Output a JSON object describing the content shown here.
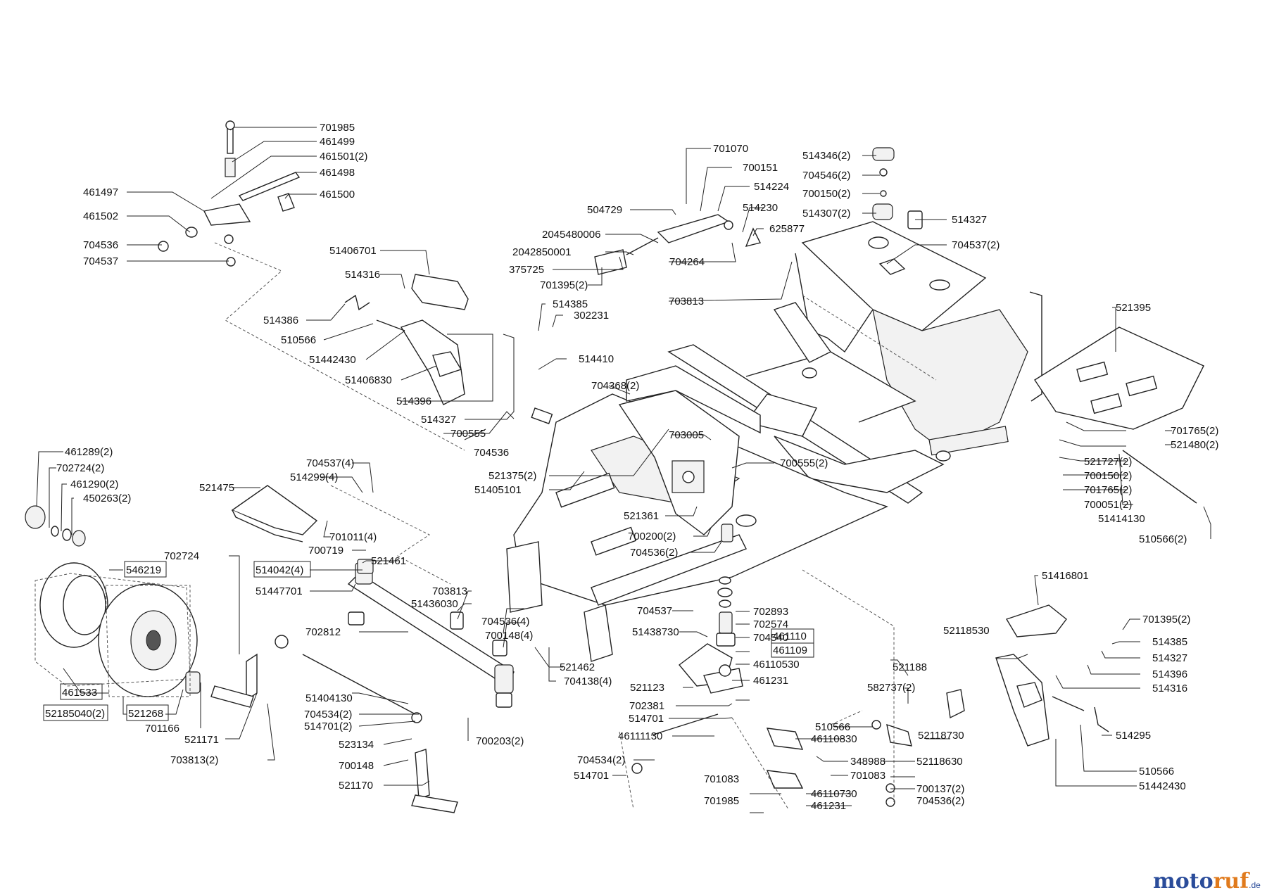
{
  "logo": {
    "part1": "moto",
    "part2": "ruf",
    "domain": ".de",
    "colors": {
      "blue": "#2a4c9a",
      "orange": "#e07a1c"
    }
  },
  "parts": [
    {
      "n": "701985"
    },
    {
      "n": "461499"
    },
    {
      "n": "461501(2)"
    },
    {
      "n": "461498"
    },
    {
      "n": "461497"
    },
    {
      "n": "461500"
    },
    {
      "n": "461502"
    },
    {
      "n": "704536"
    },
    {
      "n": "704537"
    },
    {
      "n": "51406701"
    },
    {
      "n": "514316"
    },
    {
      "n": "514386"
    },
    {
      "n": "510566"
    },
    {
      "n": "51442430"
    },
    {
      "n": "51406830"
    },
    {
      "n": "514396"
    },
    {
      "n": "514327"
    },
    {
      "n": "700555"
    },
    {
      "n": "704536"
    },
    {
      "n": "701070"
    },
    {
      "n": "700151"
    },
    {
      "n": "514224"
    },
    {
      "n": "504729"
    },
    {
      "n": "514230"
    },
    {
      "n": "2045480006"
    },
    {
      "n": "625877"
    },
    {
      "n": "2042850001"
    },
    {
      "n": "375725"
    },
    {
      "n": "704264"
    },
    {
      "n": "701395(2)"
    },
    {
      "n": "514385"
    },
    {
      "n": "302231"
    },
    {
      "n": "514410"
    },
    {
      "n": "703813"
    },
    {
      "n": "514346(2)"
    },
    {
      "n": "704546(2)"
    },
    {
      "n": "700150(2)"
    },
    {
      "n": "514307(2)"
    },
    {
      "n": "514327"
    },
    {
      "n": "704537(2)"
    },
    {
      "n": "521395"
    },
    {
      "n": "704368(2)"
    },
    {
      "n": "703005"
    },
    {
      "n": "700555(2)"
    },
    {
      "n": "521375(2)"
    },
    {
      "n": "51405101"
    },
    {
      "n": "521361"
    },
    {
      "n": "700200(2)"
    },
    {
      "n": "704536(2)"
    },
    {
      "n": "701765(2)"
    },
    {
      "n": "521480(2)"
    },
    {
      "n": "521727(2)"
    },
    {
      "n": "700150(2)"
    },
    {
      "n": "701765(2)"
    },
    {
      "n": "700051(2)"
    },
    {
      "n": "51414130"
    },
    {
      "n": "510566(2)"
    },
    {
      "n": "461289(2)"
    },
    {
      "n": "702724(2)"
    },
    {
      "n": "461290(2)"
    },
    {
      "n": "450263(2)"
    },
    {
      "n": "704537(4)"
    },
    {
      "n": "514299(4)"
    },
    {
      "n": "521475"
    },
    {
      "n": "701011(4)"
    },
    {
      "n": "700719"
    },
    {
      "n": "702724"
    },
    {
      "n": "546219"
    },
    {
      "n": "514042(4)"
    },
    {
      "n": "521461"
    },
    {
      "n": "51447701"
    },
    {
      "n": "703813"
    },
    {
      "n": "51436030"
    },
    {
      "n": "704536(4)"
    },
    {
      "n": "700148(4)"
    },
    {
      "n": "702812"
    },
    {
      "n": "521462"
    },
    {
      "n": "704138(4)"
    },
    {
      "n": "461533"
    },
    {
      "n": "52185040(2)"
    },
    {
      "n": "521268"
    },
    {
      "n": "701166"
    },
    {
      "n": "521171"
    },
    {
      "n": "703813(2)"
    },
    {
      "n": "51404130"
    },
    {
      "n": "704534(2)"
    },
    {
      "n": "514701(2)"
    },
    {
      "n": "523134"
    },
    {
      "n": "700148"
    },
    {
      "n": "521170"
    },
    {
      "n": "700203(2)"
    },
    {
      "n": "704537"
    },
    {
      "n": "51438730"
    },
    {
      "n": "702893"
    },
    {
      "n": "702574"
    },
    {
      "n": "704540"
    },
    {
      "n": "461110"
    },
    {
      "n": "461109"
    },
    {
      "n": "46110530"
    },
    {
      "n": "521123"
    },
    {
      "n": "461231"
    },
    {
      "n": "702381"
    },
    {
      "n": "514701"
    },
    {
      "n": "46111130"
    },
    {
      "n": "704534(2)"
    },
    {
      "n": "514701"
    },
    {
      "n": "701083"
    },
    {
      "n": "701985"
    },
    {
      "n": "510566"
    },
    {
      "n": "46110830"
    },
    {
      "n": "348988"
    },
    {
      "n": "701083"
    },
    {
      "n": "46110730"
    },
    {
      "n": "461231"
    },
    {
      "n": "51416801"
    },
    {
      "n": "52118530"
    },
    {
      "n": "701395(2)"
    },
    {
      "n": "514385"
    },
    {
      "n": "514327"
    },
    {
      "n": "514396"
    },
    {
      "n": "514316"
    },
    {
      "n": "521188"
    },
    {
      "n": "582737(2)"
    },
    {
      "n": "52118730"
    },
    {
      "n": "52118630"
    },
    {
      "n": "514295"
    },
    {
      "n": "700137(2)"
    },
    {
      "n": "704536(2)"
    },
    {
      "n": "510566"
    },
    {
      "n": "51442430"
    }
  ]
}
